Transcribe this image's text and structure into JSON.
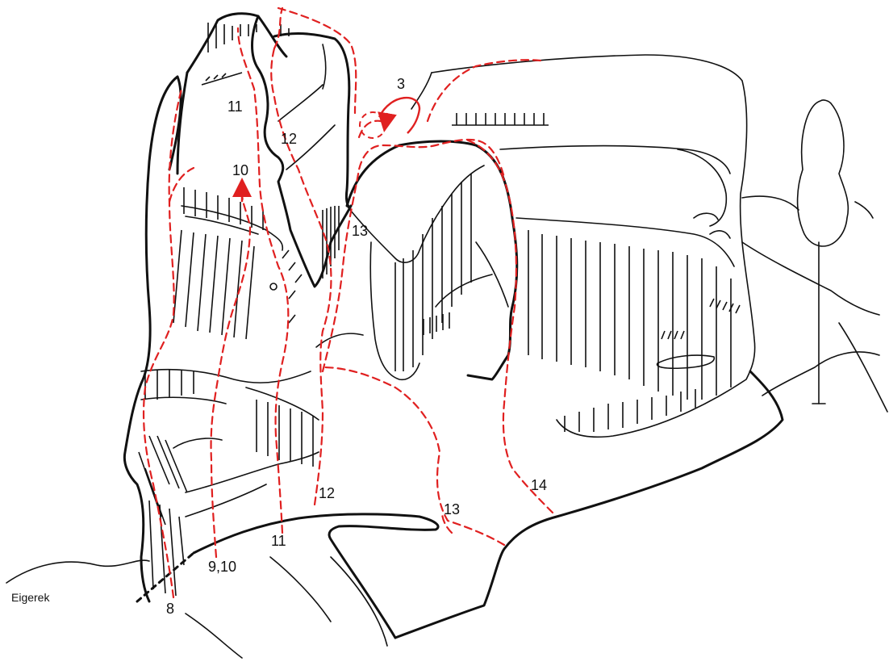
{
  "colors": {
    "route": "#e02020",
    "line": "#111111"
  },
  "place_label": "Eigerek",
  "route_labels": {
    "r8": "8",
    "r9_10": "9,10",
    "r10": "10",
    "r11_top": "11",
    "r11_bottom": "11",
    "r12_top": "12",
    "r12_bottom": "12",
    "r13_top": "13",
    "r13_bottom": "13",
    "r14": "14",
    "r3": "3"
  }
}
